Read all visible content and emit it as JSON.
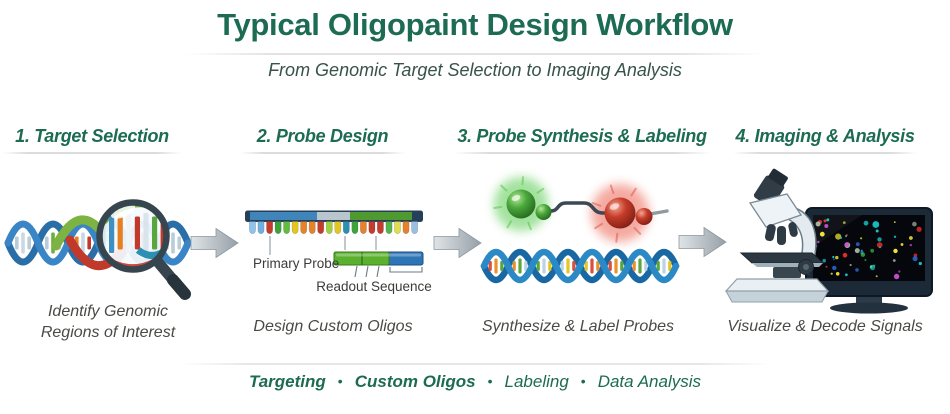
{
  "header": {
    "title": "Typical Oligopaint Design Workflow",
    "subtitle": "From Genomic Target Selection to Imaging Analysis"
  },
  "steps": [
    {
      "label": "1. Target Selection",
      "caption_lines": [
        "Identify Genomic",
        "Regions of Interest"
      ],
      "illustration": "dna-helix-with-magnifier"
    },
    {
      "label": "2. Probe Design",
      "caption_lines": [
        "Design Custom Oligos"
      ],
      "annotations": {
        "primary": "Primary Probe",
        "readout": "Readout Sequence"
      },
      "illustration": "oligo-probe-comb-with-readout-bar"
    },
    {
      "label": "3. Probe Synthesis & Labeling",
      "caption_lines": [
        "Synthesize & Label Probes"
      ],
      "illustration": "fluorophore-labeled-probe-and-dna"
    },
    {
      "label": "4. Imaging & Analysis",
      "caption_lines": [
        "Visualize & Decode Signals"
      ],
      "illustration": "microscope-and-monitor-with-signals"
    }
  ],
  "footer": {
    "separator": "•",
    "items": [
      {
        "label": "Targeting",
        "emphasis": "bold"
      },
      {
        "label": "Custom Oligos",
        "emphasis": "bold"
      },
      {
        "label": "Labeling",
        "emphasis": "regular"
      },
      {
        "label": "Data Analysis",
        "emphasis": "regular"
      }
    ]
  },
  "colors": {
    "accent_green": "#1c6b52",
    "subtitle_gray_green": "#37534b",
    "caption_gray": "#4a4a46",
    "arrow_gray": "#9aa4ab",
    "dna_blue": "#2b8ac6",
    "probe_bar_blue": "#3f85ba",
    "probe_bar_gray": "#b9c6ce",
    "probe_bar_green": "#4f9a30",
    "probe_bar_navy": "#27405a",
    "readout_green": "#5bb12e",
    "readout_blue": "#2e75b6",
    "fluorophore_green": "#3fa33b",
    "fluorophore_red": "#c63c2a",
    "probe_teeth_colors": [
      "#8fc3ea",
      "#6fb0e0",
      "#c43c2b",
      "#3fa33b",
      "#62bd3c",
      "#e3c621",
      "#e8822a",
      "#e8822a",
      "#c43c2b",
      "#a2cf3e",
      "#e3c621",
      "#2e8fb5",
      "#3fa33b",
      "#e8822a",
      "#c43c2b",
      "#c43c2b",
      "#55b44a",
      "#dede4e",
      "#e8822a",
      "#9bbfe0"
    ],
    "magnifier_bar_colors": [
      "#d9e5ec",
      "#3f8fc4",
      "#e67e22",
      "#eef4f8",
      "#c0392b",
      "#d9e5ec",
      "#59a63f",
      "#c0392b"
    ],
    "helix_rung_colors": [
      "#d94f3d",
      "#e8912d",
      "#59a63f",
      "#bcd3e4",
      "#e3c621"
    ],
    "signal_palette": [
      "#35d23c",
      "#e8302a",
      "#2f6fe0",
      "#f2e535",
      "#18c8c8",
      "#cc4fd4",
      "#aab6a0"
    ]
  }
}
